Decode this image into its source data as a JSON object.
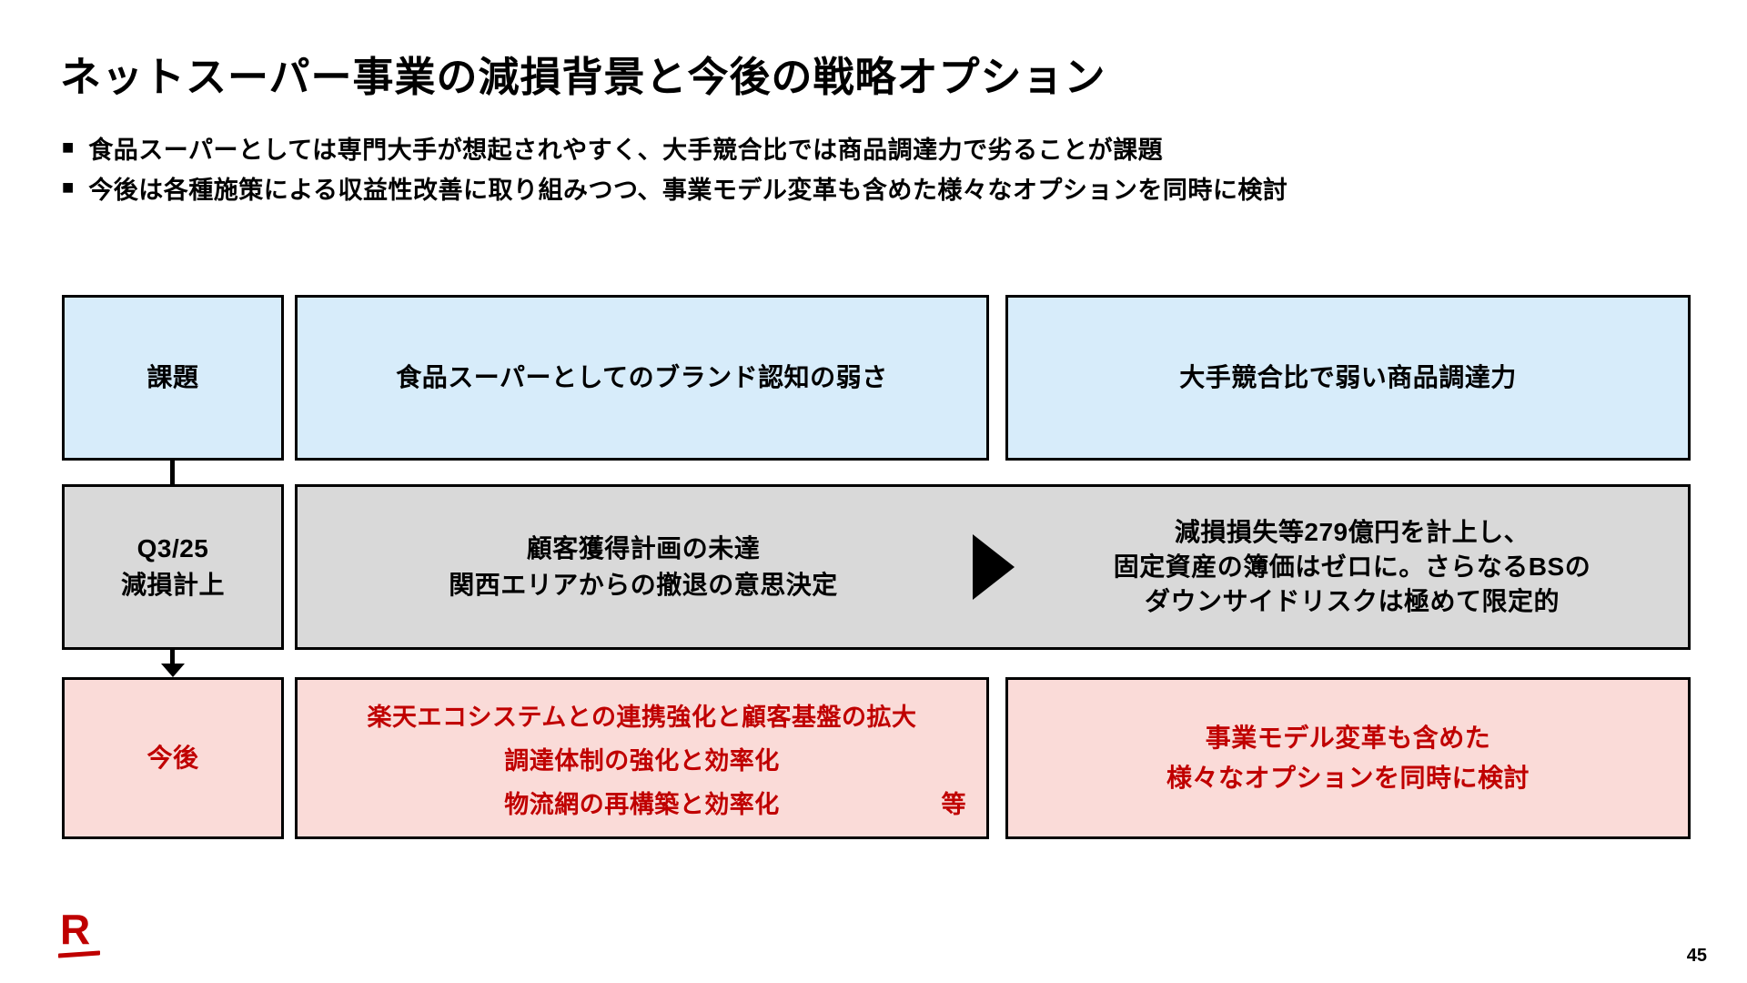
{
  "slide": {
    "title": "ネットスーパー事業の減損背景と今後の戦略オプション",
    "bullet_marker": "■",
    "bullets": [
      "食品スーパーとしては専門大手が想起されやすく、大手競合比では商品調達力で劣ることが課題",
      "今後は各種施策による収益性改善に取り組みつつ、事業モデル変革も含めた様々なオプションを同時に検討"
    ]
  },
  "diagram": {
    "challenge": {
      "label": "課題",
      "brand_weakness": "食品スーパーとしてのブランド認知の弱さ",
      "procurement_weakness": "大手競合比で弱い商品調達力"
    },
    "impairment": {
      "label_line1": "Q3/25",
      "label_line2": "減損計上",
      "cause_line1": "顧客獲得計画の未達",
      "cause_line2": "関西エリアからの撤退の意思決定",
      "result_line1": "減損損失等279億円を計上し、",
      "result_line2": "固定資産の簿価はゼロに。さらなるBSの",
      "result_line3": "ダウンサイドリスクは極めて限定的"
    },
    "future": {
      "label": "今後",
      "actions": [
        "楽天エコシステムとの連携強化と顧客基盤の拡大",
        "調達体制の強化と効率化",
        "物流網の再構築と効率化"
      ],
      "actions_suffix": "等",
      "options_line1": "事業モデル変革も含めた",
      "options_line2": "様々なオプションを同時に検討"
    }
  },
  "footer": {
    "logo_letter": "R",
    "page_number": "45"
  },
  "colors": {
    "challenge_fill": "#D7ECFA",
    "impairment_fill": "#D9D9D9",
    "future_fill": "#FADBD8",
    "accent_red": "#C00000",
    "logo_red": "#BF0000",
    "border": "#000000"
  }
}
